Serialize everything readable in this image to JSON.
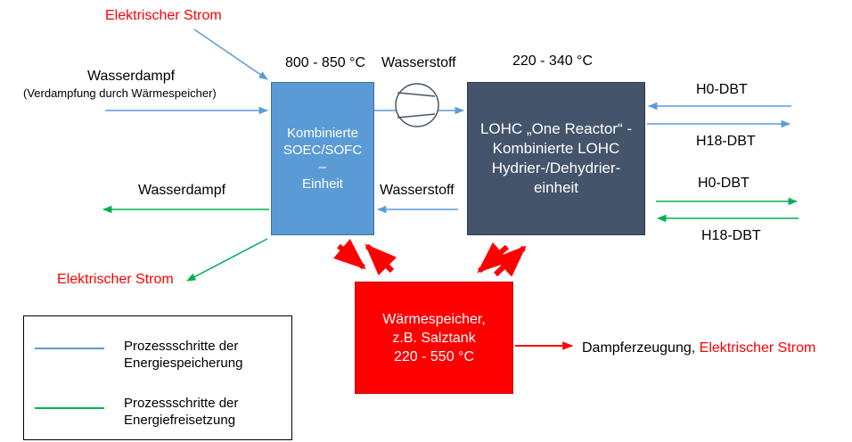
{
  "labels": {
    "strom_top": "Elektrischer Strom",
    "dampf_in": "Wasserdampf",
    "dampf_in_sub": "(Verdampfung durch Wärmespeicher)",
    "temp_soec": "800 - 850 °C",
    "wasserstoff_top": "Wasserstoff",
    "temp_lohc": "220 - 340 °C",
    "h0_top": "H0-DBT",
    "h18_top": "H18-DBT",
    "dampf_out": "Wasserdampf",
    "wasserstoff_bottom": "Wasserstoff",
    "h0_bottom": "H0-DBT",
    "h18_bottom": "H18-DBT",
    "strom_out": "Elektrischer Strom",
    "dampferzeugung": "Dampferzeugung, ",
    "dampferzeugung_strom": "Elektrischer Strom"
  },
  "boxes": {
    "soec": [
      "Kombinierte",
      "SOEC/SOFC",
      "–",
      "Einheit"
    ],
    "lohc": [
      "LOHC „One Reactor“ -",
      "Kombinierte LOHC",
      "Hydrier-/Dehydrier-",
      "einheit"
    ],
    "heat": [
      "Wärmespeicher,",
      "z.B. Salztank",
      "220 - 550 °C"
    ]
  },
  "legend": {
    "storage": [
      "Prozessschritte der",
      "Energiespeicherung"
    ],
    "release": [
      "Prozessschritte der",
      "Energiefreisetzung"
    ]
  },
  "colors": {
    "storage_line": "#5b9bd5",
    "release_line": "#00b050",
    "heat_arrow": "#ff0000",
    "soec_fill": "#5b9bd5",
    "lohc_fill": "#44546a",
    "heat_fill": "#ff0000"
  },
  "icons": {
    "compressor": "compressor-icon"
  }
}
